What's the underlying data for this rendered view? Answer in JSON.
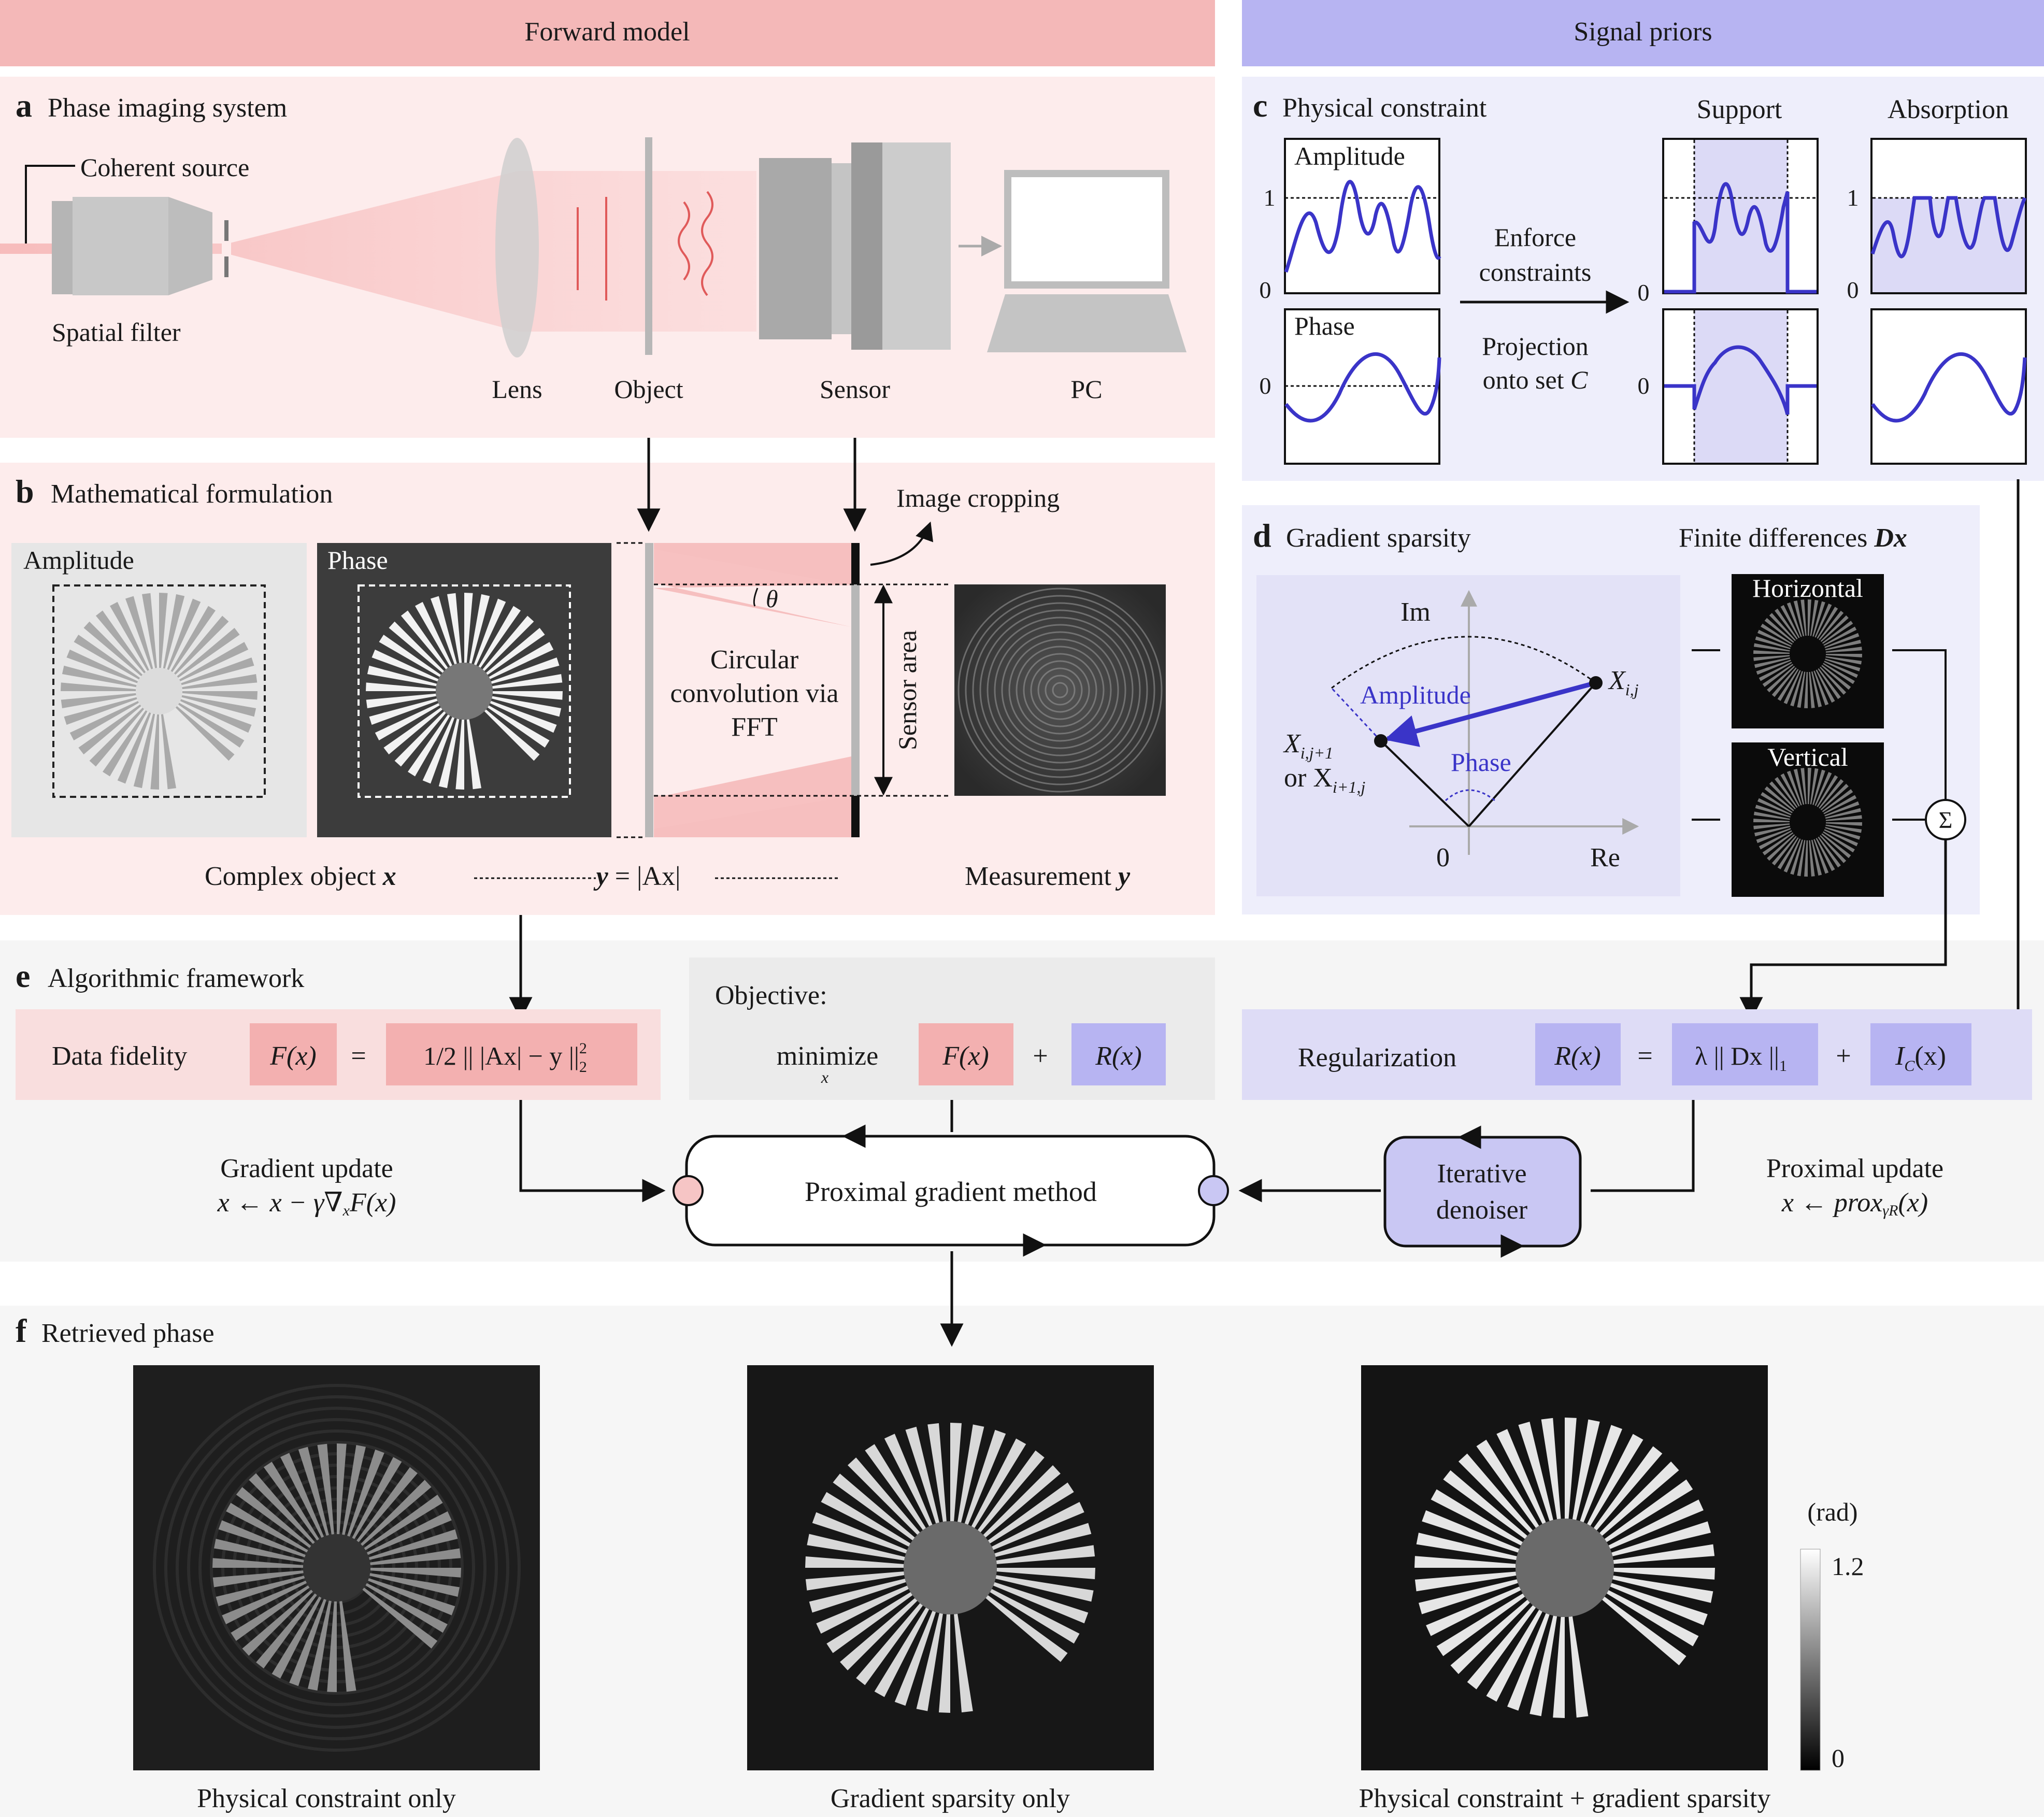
{
  "header": {
    "forward_model": "Forward model",
    "signal_priors": "Signal priors"
  },
  "panel_a": {
    "letter": "a",
    "title": "Phase imaging system",
    "coherent_source": "Coherent source",
    "spatial_filter": "Spatial filter",
    "lens": "Lens",
    "object": "Object",
    "sensor": "Sensor",
    "pc": "PC"
  },
  "panel_b": {
    "letter": "b",
    "title": "Mathematical formulation",
    "amplitude": "Amplitude",
    "phase": "Phase",
    "image_cropping": "Image cropping",
    "theta": "θ",
    "conv_line1": "Circular",
    "conv_line2": "convolution via",
    "conv_line3": "FFT",
    "sensor_area": "Sensor area",
    "complex_object": "Complex object",
    "complex_object_var": "x",
    "equation_lhs": "y",
    "equation_rhs": "= |Ax|",
    "measurement": "Measurement",
    "measurement_var": "y"
  },
  "panel_c": {
    "letter": "c",
    "title": "Physical constraint",
    "support": "Support",
    "absorption": "Absorption",
    "amplitude": "Amplitude",
    "phase": "Phase",
    "tick_one": "1",
    "tick_zero": "0",
    "enforce_line1": "Enforce",
    "enforce_line2": "constraints",
    "projection_line1": "Projection",
    "projection_line2": "onto set",
    "projection_set": "C"
  },
  "panel_d": {
    "letter": "d",
    "title": "Gradient sparsity",
    "finite_differences": "Finite differences",
    "finite_differences_var": "Dx",
    "im": "Im",
    "re": "Re",
    "zero": "0",
    "amplitude": "Amplitude",
    "phase": "Phase",
    "x_ij": "X",
    "x_ij_sub": "i,j",
    "neighbor_line1": "X",
    "neighbor_line1_sub": "i,j+1",
    "neighbor_line2_prefix": "or X",
    "neighbor_line2_sub": "i+1,j",
    "horizontal": "Horizontal",
    "vertical": "Vertical",
    "sum": "Σ"
  },
  "panel_e": {
    "letter": "e",
    "title": "Algorithmic framework",
    "data_fidelity": "Data fidelity",
    "f_x": "F(x)",
    "equals": "=",
    "fidelity_term": "1/2 || |Ax| − y ||",
    "fidelity_sup": "2",
    "fidelity_sub": "2",
    "objective": "Objective:",
    "minimize": "minimize",
    "minimize_sub": "x",
    "plus": "+",
    "r_x": "R(x)",
    "regularization": "Regularization",
    "reg_term": "λ || Dx ||",
    "reg_sub": "1",
    "ic_x": "I",
    "ic_sub": "C",
    "ic_arg": "(x)",
    "gradient_update": "Gradient update",
    "gradient_formula": "x ← x − γ∇",
    "gradient_formula_sub": "x",
    "gradient_formula_tail": "F(x)",
    "proximal_gradient": "Proximal gradient method",
    "denoiser_line1": "Iterative",
    "denoiser_line2": "denoiser",
    "proximal_update": "Proximal update",
    "proximal_formula": "x ← prox",
    "proximal_formula_sub": "γR",
    "proximal_formula_tail": "(x)"
  },
  "panel_f": {
    "letter": "f",
    "title": "Retrieved phase",
    "captions": [
      "Physical constraint only",
      "Gradient sparsity only",
      "Physical constraint + gradient sparsity"
    ],
    "colorbar_unit": "(rad)",
    "colorbar_max": "1.2",
    "colorbar_min": "0"
  },
  "colors": {
    "forward_header": "#f4b8b8",
    "forward_bg": "#fdecec",
    "prior_header": "#b7b4f2",
    "prior_bg": "#eeeefb",
    "accent_blue": "#3a34c8",
    "accent_red": "#e8736f",
    "algo_bg": "#f5f5f5"
  }
}
